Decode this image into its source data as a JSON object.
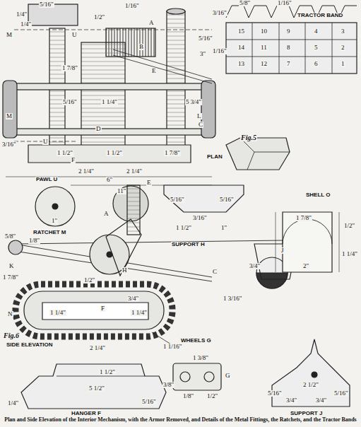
{
  "diagram": {
    "caption": "Plan and Side Elevation of the Interior Mechanism, with the Armor Removed, and Details of the Metal Fittings, the Ratchets, and the Tractor Bands",
    "labels": [
      "1/4\"",
      "5/16\"",
      "1/4\"",
      "1/2\"",
      "1/16\"",
      "A",
      "B",
      "1 7/8\"",
      "E",
      "5/16\"",
      "3\"",
      "M",
      "U",
      "M",
      "5/16\"",
      "D",
      "1 1/4\"",
      "L",
      "5 3/4\"",
      "C",
      "U",
      "3/16\"",
      "1 1/2\"",
      "1 1/2\"",
      "1 7/8\"",
      "F",
      "2 1/4\"",
      "2 1/4\"",
      "6\"",
      "11\"",
      "PLAN",
      "Fig.5",
      "TRACTOR BAND",
      "5/8\"",
      "1/16\"",
      "3/16\"",
      "15",
      "10",
      "9",
      "4",
      "3",
      "14",
      "11",
      "8",
      "5",
      "2",
      "13",
      "12",
      "7",
      "6",
      "1",
      "1/16\"",
      "PAWL U",
      "RATCHET M",
      "1\"",
      "E",
      "A",
      "SUPPORT H",
      "5/16\"",
      "5/16\"",
      "3/16\"",
      "1 1/2\"",
      "1\"",
      "SHELL O",
      "1 7/8\"",
      "1/2\"",
      "1 1/4\"",
      "2\"",
      "5/8\"",
      "1/8\"",
      "K",
      "1 7/8\"",
      "H",
      "J",
      "C",
      "3/4\"",
      "1 3/16\"",
      "N",
      "F",
      "1/2\"",
      "1 1/16\"",
      "3/4\"",
      "1 1/4\"",
      "2 1/4\"",
      "1 1/4\"",
      "Fig.6",
      "SIDE ELEVATION",
      "WHEELS G",
      "5 1/2\"",
      "1 1/2\"",
      "1/4\"",
      "5/16\"",
      "HANGER F",
      "G",
      "1 3/8\"",
      "3/8\"",
      "1/8\"",
      "1/2\"",
      "2 1/2\"",
      "5/16\"",
      "3/4\"",
      "3/4\"",
      "5/16\"",
      "SUPPORT J"
    ]
  }
}
